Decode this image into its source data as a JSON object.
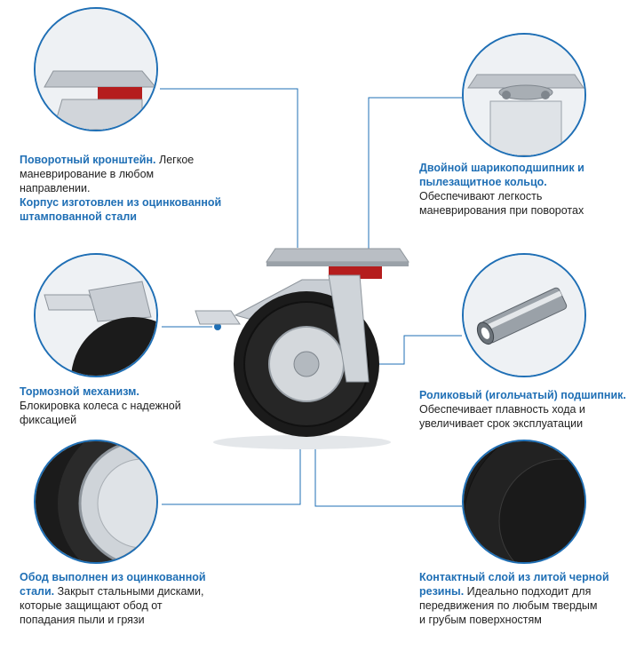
{
  "captions": {
    "swivel": {
      "title": "Поворотный кронштейн.",
      "text_lines": [
        "Легкое",
        "маневрирование в любом",
        "направлении."
      ],
      "subtitle_lines": [
        "Корпус изготовлен из оцинкованной",
        "штампованной стали"
      ]
    },
    "bearing": {
      "title_lines": [
        "Двойной шарикоподшипник и",
        "пылезащитное кольцо."
      ],
      "text_lines": [
        "Обеспечивают легкость",
        "маневрирования при поворотах"
      ]
    },
    "brake": {
      "title": "Тормозной механизм.",
      "text_lines": [
        "Блокировка колеса с надежной",
        "фиксацией"
      ]
    },
    "roller": {
      "title": "Роликовый (игольчатый) подшипник.",
      "text_lines": [
        "Обеспечивает плавность хода и",
        "увеличивает срок эксплуатации"
      ]
    },
    "rim": {
      "title_lines": [
        "Обод выполнен из оцинкованной",
        "стали."
      ],
      "text_inline": "Закрыт стальными дисками,",
      "text_lines": [
        "которые защищают обод от",
        "попадания пыли и грязи"
      ]
    },
    "tread": {
      "title_lines": [
        "Контактный слой из литой черной",
        "резины."
      ],
      "text_inline": "Идеально подходит для",
      "text_lines": [
        "передвижения по любым твердым",
        "и грубым поверхностям"
      ]
    }
  },
  "colors": {
    "accent": "#1f6fb5",
    "text": "#222222",
    "rubber": "#1b1b1b",
    "steel": "#c9ced4"
  }
}
